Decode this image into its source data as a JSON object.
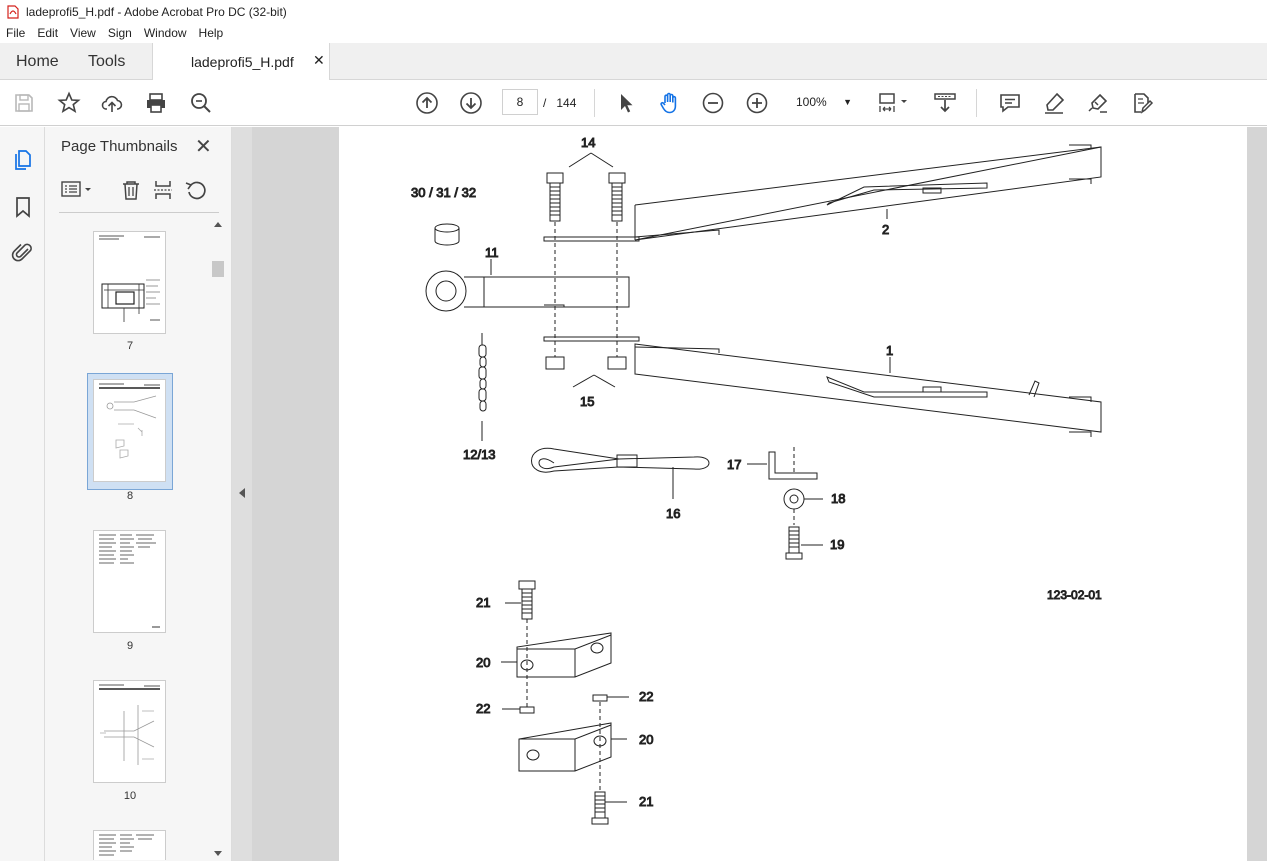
{
  "window": {
    "title": "ladeprofi5_H.pdf - Adobe Acrobat Pro DC (32-bit)"
  },
  "menu": [
    "File",
    "Edit",
    "View",
    "Sign",
    "Window",
    "Help"
  ],
  "tabs": {
    "home": "Home",
    "tools": "Tools",
    "document": "ladeprofi5_H.pdf"
  },
  "toolbar": {
    "current_page": "8",
    "page_sep": "/",
    "total_pages": "144",
    "zoom": "100%"
  },
  "panel": {
    "title": "Page Thumbnails",
    "thumbnails": [
      "7",
      "8",
      "9",
      "10"
    ]
  },
  "drawing": {
    "labels": {
      "l14": "14",
      "l30": "30 / 31 / 32",
      "l11": "11",
      "l2": "2",
      "l1": "1",
      "l15": "15",
      "l12": "12/13",
      "l16": "16",
      "l17": "17",
      "l18": "18",
      "l19": "19",
      "ref": "123-02-01",
      "l21a": "21",
      "l20a": "20",
      "l22a": "22",
      "l22b": "22",
      "l20b": "20",
      "l21b": "21"
    }
  },
  "colors": {
    "accent": "#1473e6",
    "viewer_bg": "#d5d5d5",
    "selection": "#cfe0f3"
  }
}
